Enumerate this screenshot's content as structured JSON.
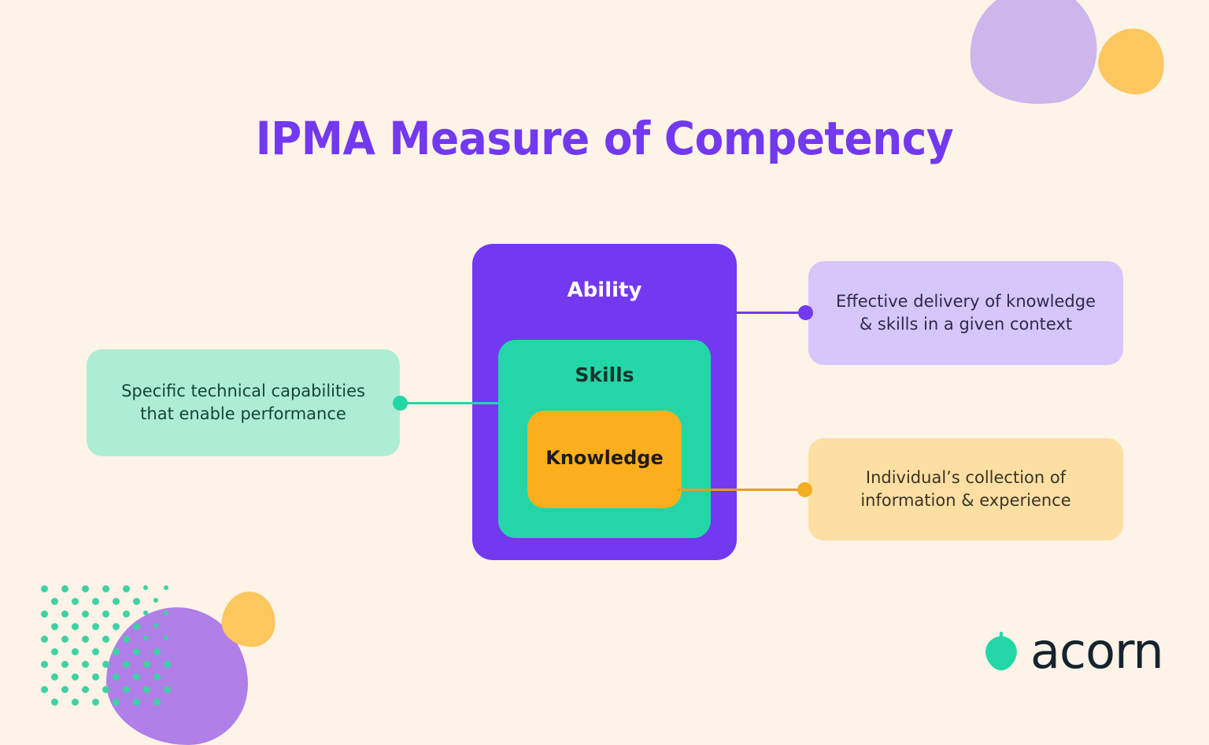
{
  "page": {
    "title": "IPMA Measure of Competency",
    "background_color": "#FDF3E7"
  },
  "diagram": {
    "nested_boxes": [
      {
        "id": "ability",
        "label": "Ability",
        "color": "#7239F0",
        "level": 1
      },
      {
        "id": "skills",
        "label": "Skills",
        "color": "#23D6A8",
        "level": 2
      },
      {
        "id": "knowledge",
        "label": "Knowledge",
        "color": "#FCAF1C",
        "level": 3
      }
    ],
    "callouts": [
      {
        "id": "skills-callout",
        "target": "Skills",
        "text": "Specific technical capabilities that enable performance",
        "background_color": "#AEEDD5",
        "connector_color": "#23D6A8",
        "side": "left"
      },
      {
        "id": "ability-callout",
        "target": "Ability",
        "text": "Effective delivery of knowledge & skills in a given context",
        "background_color": "#D6C6FA",
        "connector_color": "#7239F0",
        "side": "right"
      },
      {
        "id": "knowledge-callout",
        "target": "Knowledge",
        "text": "Individual’s collection of information & experience",
        "background_color": "#FDDFA4",
        "connector_color": "#F5AE22",
        "side": "right"
      }
    ]
  },
  "brand": {
    "name": "acorn",
    "mark_color": "#23D6A8",
    "word_color": "#15232E"
  },
  "decorations": {
    "blob_purple_light": "#CDB6EC",
    "blob_purple": "#B07FE8",
    "blob_amber": "#FCC75F",
    "dot_color": "#3FD1A4"
  }
}
